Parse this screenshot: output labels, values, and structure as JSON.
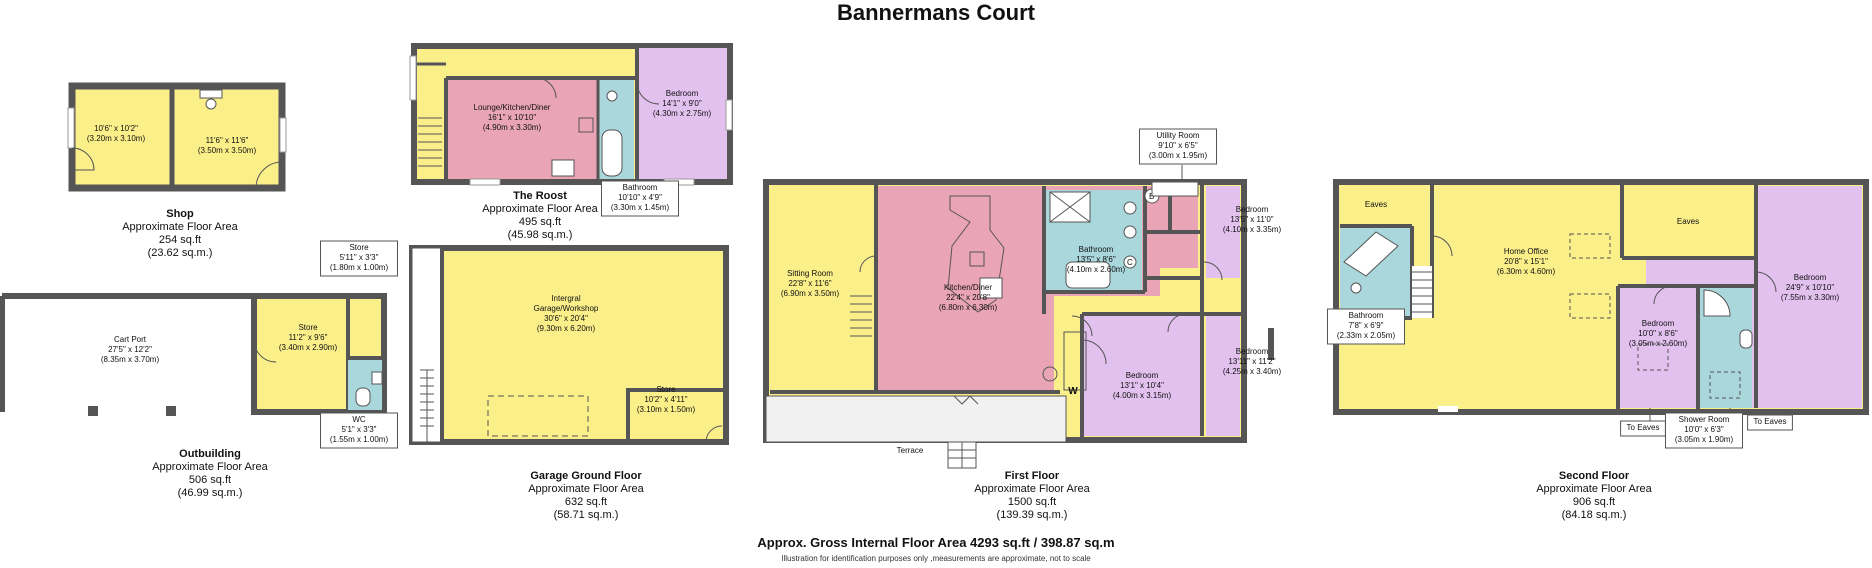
{
  "title": "Bannermans Court",
  "colors": {
    "yellow": "#fbef8a",
    "pink": "#e9a4b5",
    "lilac": "#e3c1ef",
    "blue": "#a9d7dc",
    "wall": "#555555",
    "grey": "#f1f1f1"
  },
  "captions": {
    "shop": {
      "name": "Shop",
      "line": "Approximate Floor Area",
      "sqft": "254 sq.ft",
      "sqm": "(23.62 sq.m.)"
    },
    "roost": {
      "name": "The Roost",
      "line": "Approximate Floor Area",
      "sqft": "495 sq.ft",
      "sqm": "(45.98 sq.m.)"
    },
    "outbuilding": {
      "name": "Outbuilding",
      "line": "Approximate Floor Area",
      "sqft": "506 sq.ft",
      "sqm": "(46.99 sq.m.)"
    },
    "garage": {
      "name": "Garage Ground Floor",
      "line": "Approximate Floor Area",
      "sqft": "632 sq.ft",
      "sqm": "(58.71 sq.m.)"
    },
    "first": {
      "name": "First Floor",
      "line": "Approximate Floor Area",
      "sqft": "1500 sq.ft",
      "sqm": "(139.39 sq.m.)"
    },
    "second": {
      "name": "Second Floor",
      "line": "Approximate Floor Area",
      "sqft": "906 sq.ft",
      "sqm": "(84.18 sq.m.)"
    }
  },
  "rooms": {
    "shop_left": [
      "10'6\" x 10'2\"",
      "(3.20m x 3.10m)"
    ],
    "shop_right": [
      "11'6\" x 11'6\"",
      "(3.50m x 3.50m)"
    ],
    "roost_lounge": [
      "Lounge/Kitchen/Diner",
      "16'1\" x 10'10\"",
      "(4.90m x 3.30m)"
    ],
    "roost_bed": [
      "Bedroom",
      "14'1\" x 9'0\"",
      "(4.30m x 2.75m)"
    ],
    "roost_bath": [
      "Bathroom",
      "10'10\" x 4'9\"",
      "(3.30m x 1.45m)"
    ],
    "out_store_top": [
      "Store",
      "5'11\" x 3'3\"",
      "(1.80m x 1.00m)"
    ],
    "cart_port": [
      "Cart Port",
      "27'5\" x 12'2\"",
      "(8.35m x 3.70m)"
    ],
    "out_store": [
      "Store",
      "11'2\" x 9'6\"",
      "(3.40m x 2.90m)"
    ],
    "out_wc": [
      "WC",
      "5'1\" x 3'3\"",
      "(1.55m x 1.00m)"
    ],
    "garage_main": [
      "Intergral",
      "Garage/Workshop",
      "30'6\" x 20'4\"",
      "(9.30m x 6.20m)"
    ],
    "garage_store": [
      "Store",
      "10'2\" x 4'11\"",
      "(3.10m x 1.50m)"
    ],
    "ff_utility": [
      "Utility Room",
      "9'10\" x 6'5\"",
      "(3.00m x 1.95m)"
    ],
    "ff_sitting": [
      "Sitting Room",
      "22'8\" x 11'6\"",
      "(6.90m x 3.50m)"
    ],
    "ff_kitchen": [
      "Kitchen/Diner",
      "22'4\" x 20'8\"",
      "(6.80m x 6.30m)"
    ],
    "ff_bath": [
      "Bathroom",
      "13'5\" x 8'6\"",
      "(4.10m x 2.60m)"
    ],
    "ff_bed1": [
      "Bedroom",
      "13'5\" x 11'0\"",
      "(4.10m x 3.35m)"
    ],
    "ff_bed2": [
      "Bedroom",
      "13'11\" x 11'2\"",
      "(4.25m x 3.40m)"
    ],
    "ff_bed3": [
      "Bedroom",
      "13'1\" x 10'4\"",
      "(4.00m x 3.15m)"
    ],
    "ff_terrace": [
      "Terrace"
    ],
    "ff_w": [
      "W"
    ],
    "sf_eaves1": [
      "Eaves"
    ],
    "sf_eaves2": [
      "Eaves"
    ],
    "sf_office": [
      "Home Office",
      "20'8\" x 15'1\"",
      "(6.30m x 4.60m)"
    ],
    "sf_bath": [
      "Bathroom",
      "7'8\" x 6'9\"",
      "(2.33m x 2.05m)"
    ],
    "sf_bed1": [
      "Bedroom",
      "10'0\" x 8'6\"",
      "(3.05m x 2.60m)"
    ],
    "sf_bed2": [
      "Bedroom",
      "24'9\" x 10'10\"",
      "(7.55m x 3.30m)"
    ],
    "sf_shower": [
      "Shower Room",
      "10'0\" x 6'3\"",
      "(3.05m x 1.90m)"
    ],
    "sf_eaves_left": [
      "To Eaves"
    ],
    "sf_eaves_right": [
      "To Eaves"
    ]
  },
  "fixture_letters": {
    "b": "B",
    "c": "C"
  },
  "footer": {
    "gross": "Approx. Gross Internal Floor Area 4293 sq.ft / 398.87 sq.m",
    "note": "Illustration for identification purposes only ,measurements are approximate, not to scale"
  }
}
